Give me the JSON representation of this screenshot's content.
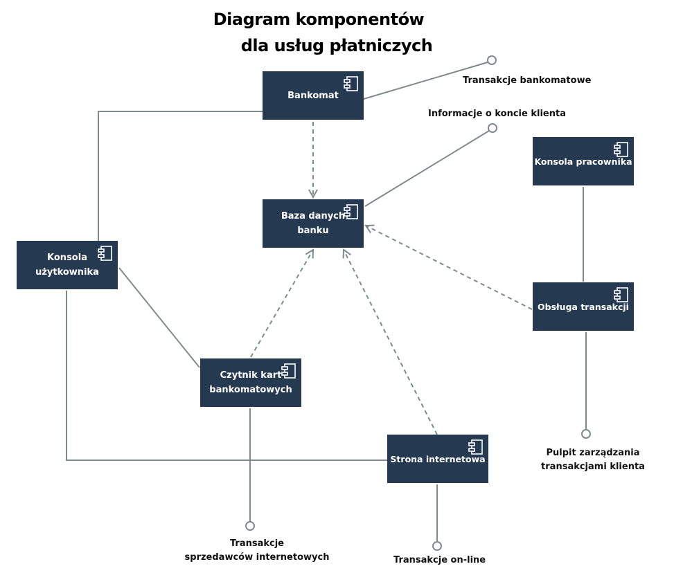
{
  "title": {
    "line1": "Diagram komponentów",
    "line2": "dla usług płatniczych"
  },
  "colors": {
    "component_fill": "#253a50",
    "component_text": "#ffffff",
    "connector": "#7f8a8a",
    "label_text": "#111111"
  },
  "components": {
    "bankomat": "Bankomat",
    "baza": "Baza danych banku",
    "konsola_uzytkownika": "Konsola użytkownika",
    "konsola_pracownika": "Konsola pracownika",
    "obsluga": "Obsługa transakcji",
    "czytnik": "Czytnik kart bankomatowych",
    "strona": "Strona internetowa"
  },
  "interfaces": {
    "transakcje_bankomatowe": "Transakcje bankomatowe",
    "informacje_konto": "Informacje o koncie klienta",
    "pulpit_line1": "Pulpit zarządzania",
    "pulpit_line2": "transakcjami klienta",
    "sprzedawcy_line1": "Transakcje",
    "sprzedawcy_line2": "sprzedawców internetowych",
    "online": "Transakcje on-line"
  },
  "icon": "uml-component-icon"
}
